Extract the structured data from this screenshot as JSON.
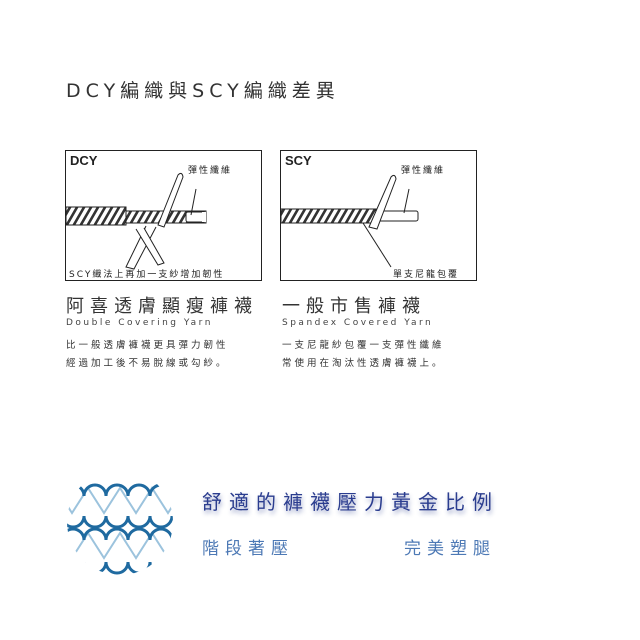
{
  "title": "DCY編織與SCY編織差異",
  "panels": [
    {
      "tag": "DCY",
      "fiber_label": "彈性纖維",
      "bottom_label": "SCY織法上再加一支紗增加韌性",
      "heading": "阿喜透膚顯瘦褲襪",
      "english": "Double Covering Yarn",
      "desc": [
        "比一般透膚褲襪更具彈力韌性",
        "經過加工後不易脫線或勾紗。"
      ]
    },
    {
      "tag": "SCY",
      "fiber_label": "彈性纖維",
      "bottom_label": "單支尼龍包覆",
      "heading": "一般市售褲襪",
      "english": "Spandex Covered Yarn",
      "desc": [
        "一支尼龍紗包覆一支彈性纖維",
        "常使用在淘汰性透膚褲襪上。"
      ]
    }
  ],
  "slogan": "舒適的褲襪壓力黃金比例",
  "sub_left": "階段著壓",
  "sub_right": "完美塑腿",
  "colors": {
    "slogan": "#2b3d8f",
    "sub": "#4d79b5",
    "mesh_dark": "#1f6aa0",
    "mesh_light": "#9cc3dd"
  }
}
